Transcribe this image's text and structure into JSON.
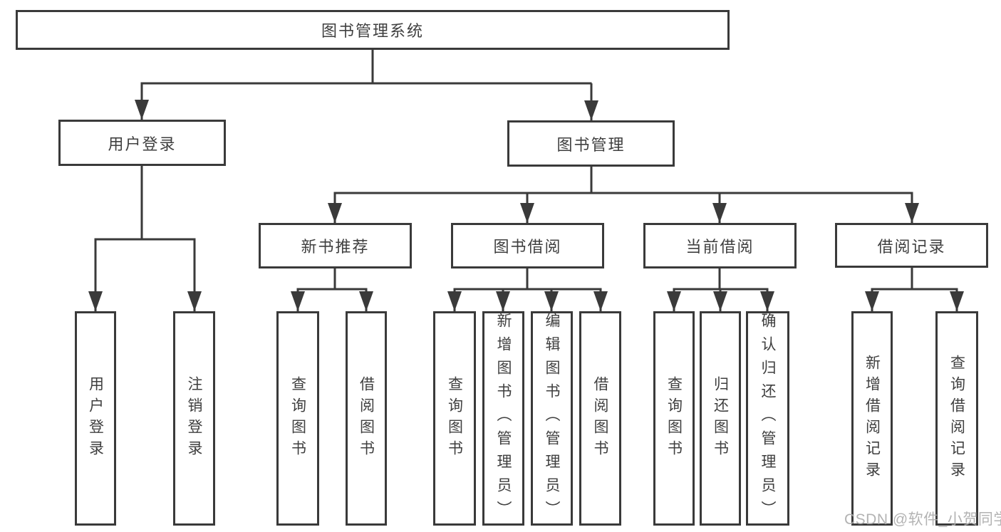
{
  "diagram": {
    "title": "图书管理系统",
    "root": {
      "label": "图书管理系统"
    },
    "level2": {
      "user_login": {
        "label": "用户登录"
      },
      "book_mgmt": {
        "label": "图书管理"
      }
    },
    "level3": {
      "new_books": {
        "label": "新书推荐"
      },
      "book_borrow": {
        "label": "图书借阅"
      },
      "current_borrow": {
        "label": "当前借阅"
      },
      "borrow_records": {
        "label": "借阅记录"
      }
    },
    "leaves": {
      "user_login": [
        "用户登录",
        "注销登录"
      ],
      "new_books": [
        "查询图书",
        "借阅图书"
      ],
      "book_borrow": [
        "查询图书",
        "新增图书（管理员）",
        "编辑图书（管理员）",
        "借阅图书"
      ],
      "current_borrow": [
        "查询图书",
        "归还图书",
        "确认归还（管理员）"
      ],
      "borrow_records": [
        "新增借阅记录",
        "查询借阅记录"
      ]
    }
  },
  "watermark": {
    "text": "CSDN @软件_小贺同学"
  },
  "colors": {
    "line": "#3a3a3a",
    "border": "#3a3a3a",
    "text": "#3f3f3f",
    "watermark": "#acacac",
    "background": "#ffffff"
  }
}
